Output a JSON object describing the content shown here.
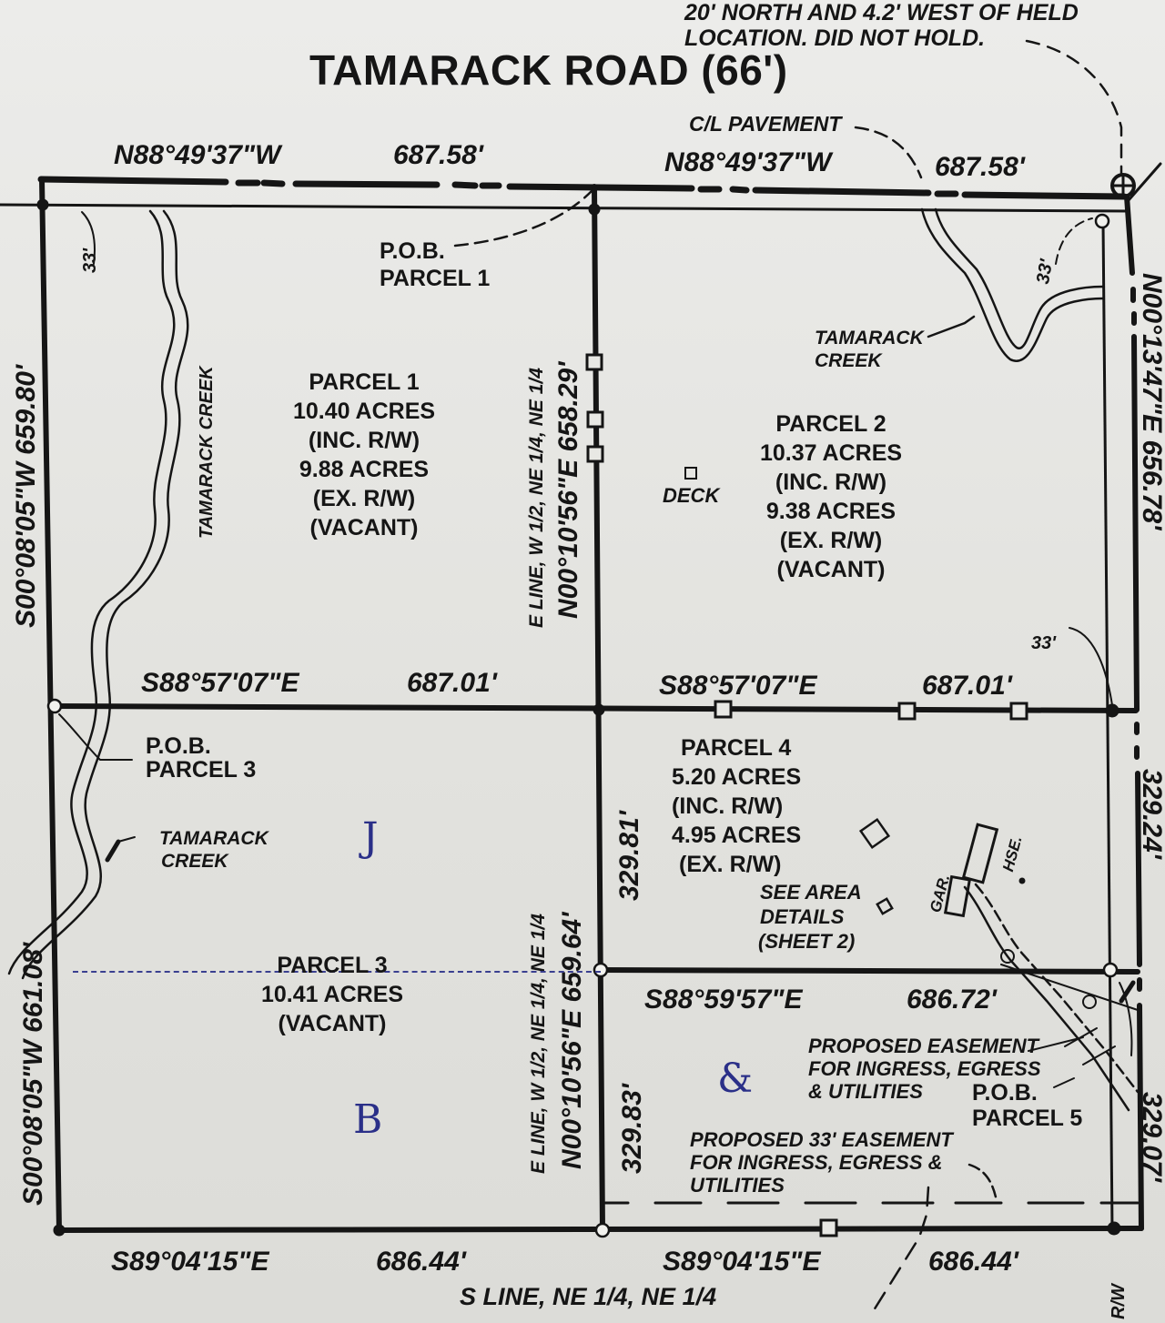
{
  "road": {
    "title": "TAMARACK ROAD (66')",
    "centerline_label": "C/L PAVEMENT",
    "monument_note_line1": "20' NORTH AND 4.2' WEST OF HELD",
    "monument_note_line2": "LOCATION. DID NOT HOLD."
  },
  "bearings": {
    "north_left": {
      "bearing": "N88°49'37\"W",
      "distance": "687.58'"
    },
    "north_right": {
      "bearing": "N88°49'37\"W",
      "distance": "687.58'"
    },
    "mid_left": {
      "bearing": "S88°57'07\"E",
      "distance": "687.01'"
    },
    "mid_right": {
      "bearing": "S88°57'07\"E",
      "distance": "687.01'"
    },
    "p4_south": {
      "bearing": "S88°59'57\"E",
      "distance": "686.72'"
    },
    "south_left": {
      "bearing": "S89°04'15\"E",
      "distance": "686.44'"
    },
    "south_right": {
      "bearing": "S89°04'15\"E",
      "distance": "686.44'"
    },
    "south_line_label": "S LINE, NE 1/4, NE 1/4",
    "west_upper": "S00°08'05\"W   659.80'",
    "west_lower": "S00°08'05\"W   661.08'",
    "center_upper_line": "E LINE, W 1/2, NE 1/4, NE 1/4",
    "center_upper_bearing": "N00°10'56\"E   658.29'",
    "center_lower_line": "E LINE, W 1/2, NE 1/4, NE 1/4",
    "center_lower_bearing": "N00°10'56\"E   659.64'",
    "p4_west": "329.81'",
    "p5_west": "329.83'",
    "east_upper": "N00°13'47\"E   656.78'",
    "east_mid": "329.24'",
    "east_lower": "329.07'",
    "rw_label": "R/W"
  },
  "offsets": {
    "nw_33": "33'",
    "ne_33": "33'",
    "e_33": "33'"
  },
  "parcels": [
    {
      "name": "PARCEL 1",
      "area_inc": "10.40 ACRES",
      "inc": "(INC. R/W)",
      "area_ex": "9.88 ACRES",
      "ex": "(EX. R/W)",
      "status": "(VACANT)"
    },
    {
      "name": "PARCEL 2",
      "area_inc": "10.37 ACRES",
      "inc": "(INC. R/W)",
      "area_ex": "9.38 ACRES",
      "ex": "(EX. R/W)",
      "status": "(VACANT)"
    },
    {
      "name": "PARCEL 3",
      "area": "10.41 ACRES",
      "status": "(VACANT)"
    },
    {
      "name": "PARCEL 4",
      "area_inc": "5.20 ACRES",
      "inc": "(INC. R/W)",
      "area_ex": "4.95 ACRES",
      "ex": "(EX. R/W)"
    }
  ],
  "pob": {
    "p1_line1": "P.O.B.",
    "p1_line2": "PARCEL 1",
    "p3_line1": "P.O.B.",
    "p3_line2": "PARCEL 3",
    "p5_line1": "P.O.B.",
    "p5_line2": "PARCEL 5"
  },
  "features": {
    "creek_vertical": "TAMARACK CREEK",
    "creek_ne_line1": "TAMARACK",
    "creek_ne_line2": "CREEK",
    "creek_w_line1": "TAMARACK",
    "creek_w_line2": "CREEK",
    "deck": "DECK",
    "garage": "GAR.",
    "house": "HSE.",
    "see_area_1": "SEE AREA",
    "see_area_2": "DETAILS",
    "see_area_3": "(SHEET 2)"
  },
  "easements": {
    "proposed_1": "PROPOSED EASEMENT",
    "proposed_2": "FOR INGRESS, EGRESS",
    "proposed_3": "& UTILITIES",
    "proposed33_1": "PROPOSED 33' EASEMENT",
    "proposed33_2": "FOR INGRESS, EGRESS &",
    "proposed33_3": "UTILITIES"
  },
  "handwritten": {
    "parcel3_upper": "J",
    "parcel3_lower": "B",
    "parcel5": "&"
  },
  "colors": {
    "ink": "#151515",
    "paper": "#e4e4df",
    "pen": "#2a2f88"
  }
}
